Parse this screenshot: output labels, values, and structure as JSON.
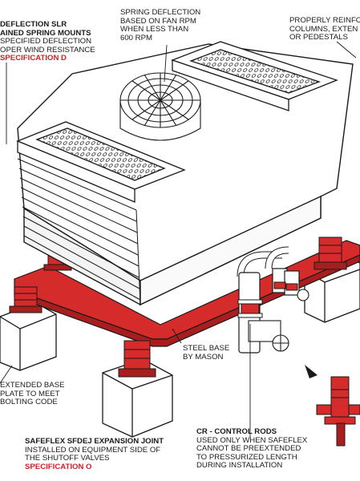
{
  "labels": {
    "slr": {
      "title_1": "DEFLECTION SLR",
      "title_2": "AINED SPRING MOUNTS",
      "desc_1": "SPECIFIED DEFLECTION",
      "desc_2": "OPER WIND RESISTANCE",
      "spec": "SPECIFICATION D"
    },
    "spring": {
      "line_1": "SPRING DEFLECTION",
      "line_2": "BASED ON FAN RPM",
      "line_3": "WHEN LESS THAN",
      "line_4": "600 RPM"
    },
    "reinforced": {
      "line_1": "PROPERLY REINFO",
      "line_2": "COLUMNS, EXTEN",
      "line_3": "OR PEDESTALS"
    },
    "steel_base": {
      "line_1": "STEEL BASE",
      "line_2": "BY MASON"
    },
    "extended_base": {
      "line_1": "EXTENDED BASE",
      "line_2": "PLATE TO MEET",
      "line_3": "BOLTING CODE"
    },
    "expansion_joint": {
      "title": "SAFEFLEX SFDEJ EXPANSION JOINT",
      "desc_1": "INSTALLED ON EQUIPMENT SIDE OF",
      "desc_2": "THE SHUTOFF VALVES",
      "spec": "SPECIFICATION O"
    },
    "control_rods": {
      "title": "CR - CONTROL RODS",
      "desc_1": "USED ONLY WHEN SAFEFLEX",
      "desc_2": "CANNOT BE PREEXTENDED",
      "desc_3": "TO PRESSURIZED LENGTH",
      "desc_4": "DURING INSTALLATION"
    }
  },
  "colors": {
    "steel": "#d62b2b",
    "steel_dark": "#a81e1e",
    "line": "#1a1a1a",
    "spec_text": "#d0202a"
  }
}
